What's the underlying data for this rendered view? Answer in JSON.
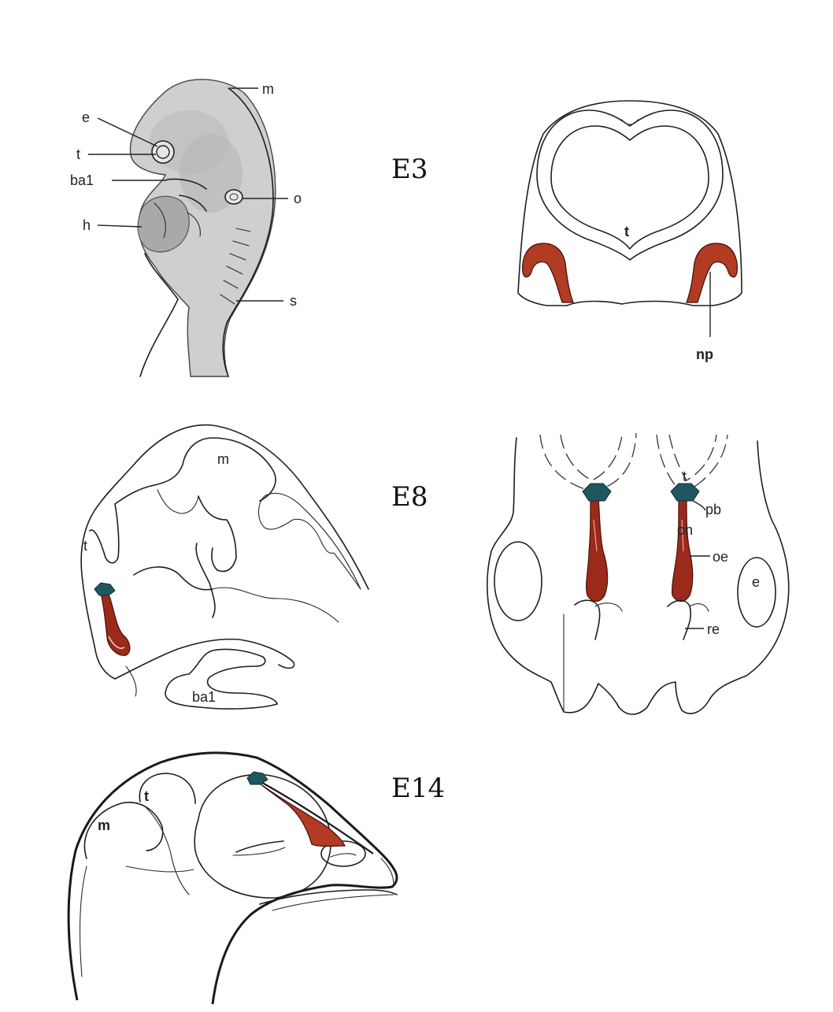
{
  "stages": {
    "e3": "E3",
    "e8": "E8",
    "e14": "E14"
  },
  "labels": {
    "e3_embryo": {
      "m": "m",
      "e": "e",
      "t": "t",
      "ba1": "ba1",
      "h": "h",
      "o": "o",
      "s": "s"
    },
    "e3_section": {
      "t": "t",
      "np": "np"
    },
    "e8_sagittal": {
      "m": "m",
      "t": "t",
      "ba1": "ba1"
    },
    "e8_ventral": {
      "t": "t",
      "pb": "pb",
      "on": "on",
      "oe": "oe",
      "e": "e",
      "re": "re"
    },
    "e14_head": {
      "m": "m",
      "t": "t"
    }
  },
  "colors": {
    "nasal_placode": "#b23b24",
    "olfactory_tract": "#9b2a1a",
    "olfactory_bulb": "#1f5660"
  }
}
